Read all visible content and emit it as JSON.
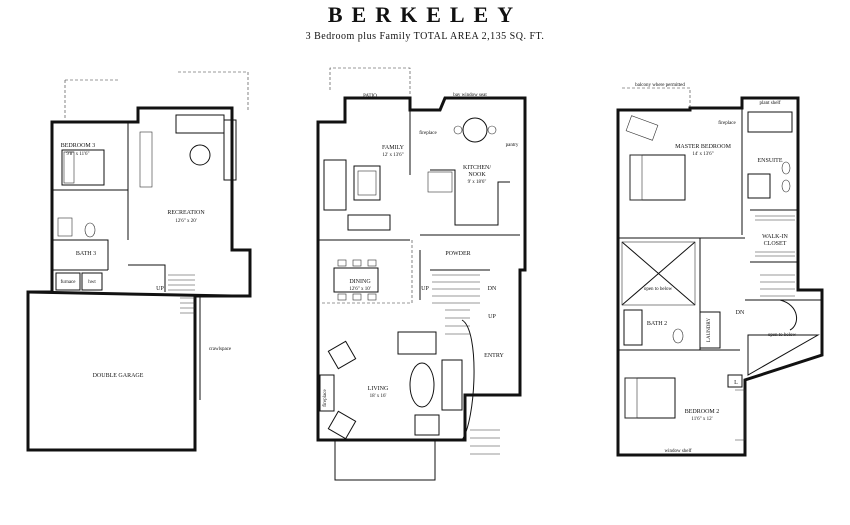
{
  "title": "BERKELEY",
  "subtitle": "3 Bedroom plus Family   TOTAL AREA 2,135 SQ. FT.",
  "lower_floor": {
    "bedroom3": "BEDROOM 3",
    "bedroom3_size": "9'8\" x 11'6\"",
    "bath3": "BATH 3",
    "recreation": "RECREATION",
    "recreation_size": "12'6\" x 20'",
    "furnace": "furnace",
    "hwt": "hwt",
    "up": "UP",
    "garage": "DOUBLE GARAGE",
    "crawlspace": "crawlspace"
  },
  "main_floor": {
    "patio": "PATIO",
    "bay_window": "bay window seat",
    "fireplace_family": "fireplace",
    "family": "FAMILY",
    "family_size": "12' x 13'6\"",
    "pantry": "pantry",
    "kitchen": "KITCHEN/",
    "nook": "NOOK",
    "kitchen_size": "9' x 18'6\"",
    "powder": "POWDER",
    "dining": "DINING",
    "dining_size": "12'6\" x 10'",
    "up": "UP",
    "dn": "DN",
    "up2": "UP",
    "entry": "ENTRY",
    "living": "LIVING",
    "living_size": "18' x 16'",
    "fireplace_living": "fireplace"
  },
  "upper_floor": {
    "balcony": "balcony where permitted",
    "plant_shelf": "plant shelf",
    "fireplace": "fireplace",
    "master": "MASTER BEDROOM",
    "master_size": "14' x 13'6\"",
    "ensuite": "ENSUITE",
    "walkin1": "WALK-IN",
    "walkin2": "CLOSET",
    "open_below1": "open to below",
    "bath2": "BATH 2",
    "laundry": "LAUNDRY",
    "dn": "DN",
    "open_below2": "open to below",
    "l": "L",
    "bedroom2": "BEDROOM 2",
    "bedroom2_size": "11'6\" x 12'",
    "window_shelf": "window shelf"
  }
}
